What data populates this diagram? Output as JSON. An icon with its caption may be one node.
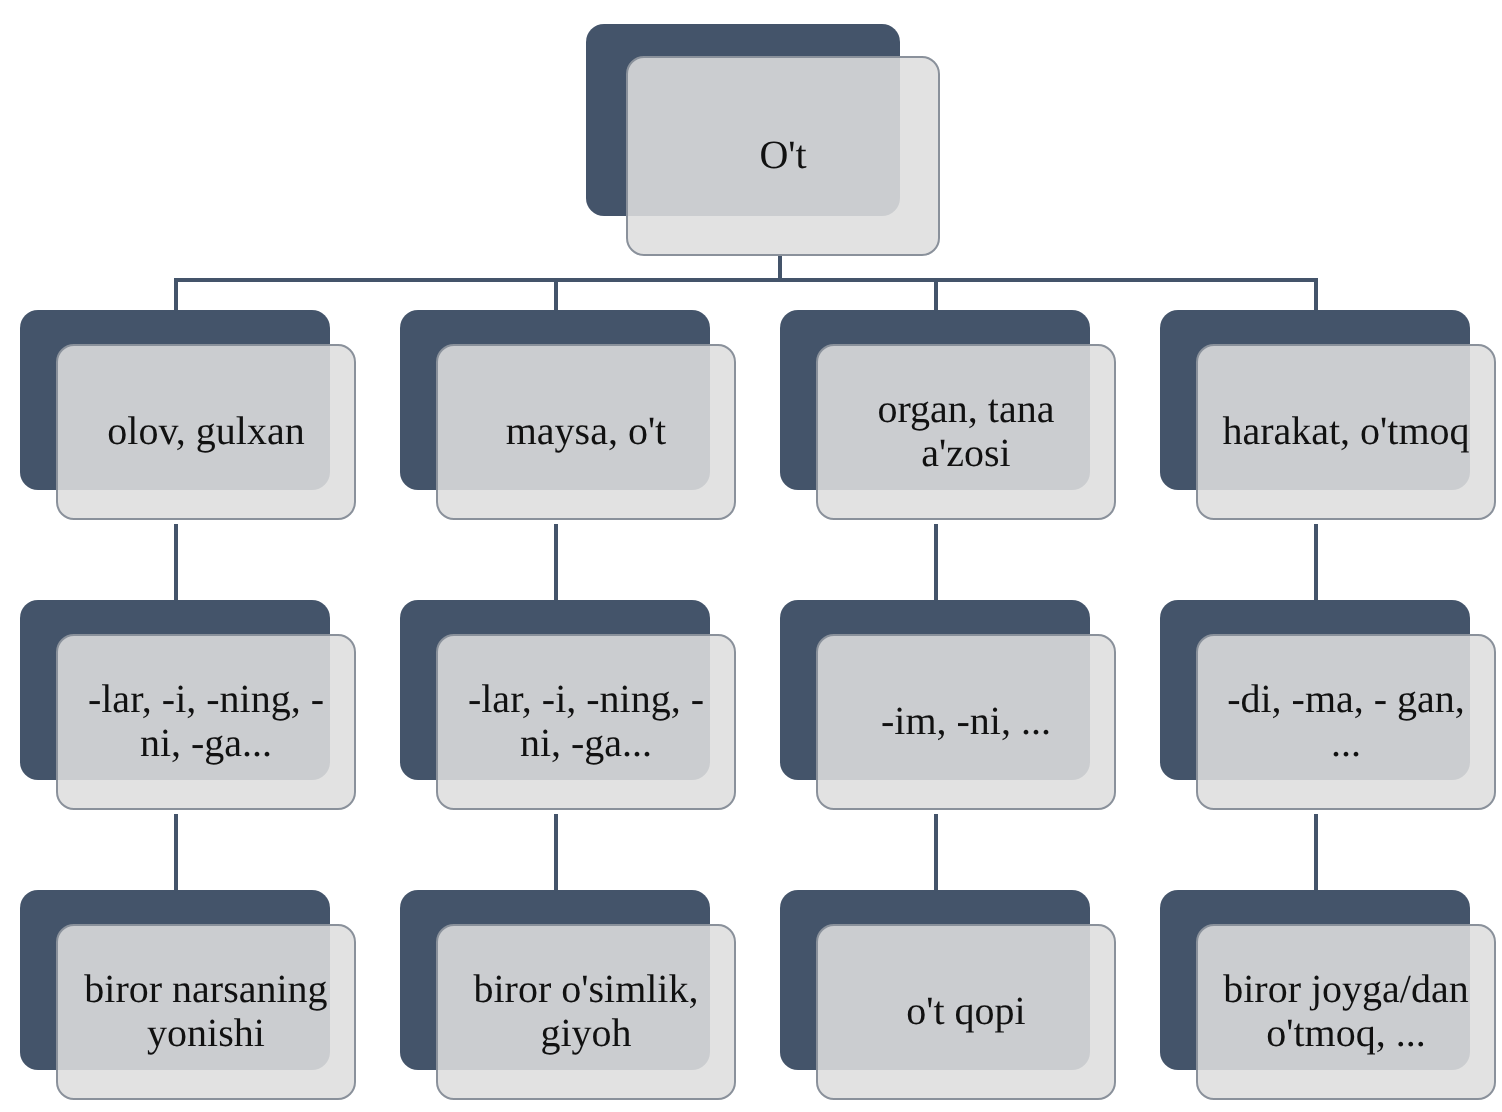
{
  "diagram": {
    "nodes": [
      {
        "text": [
          "O't"
        ]
      },
      {
        "text": [
          "olov, gulxan"
        ]
      },
      {
        "text": [
          "maysa, o't"
        ]
      },
      {
        "text": [
          "organ, tana a'zosi"
        ]
      },
      {
        "text": [
          "harakat, o'tmoq"
        ]
      },
      {
        "text": [
          "-lar, -i, -ning, -ni, -ga..."
        ]
      },
      {
        "text": [
          "-lar, -i, -ning, -ni, -ga..."
        ]
      },
      {
        "text": [
          "-im, -ni, ..."
        ]
      },
      {
        "text": [
          "-di, -ma, - gan, ..."
        ]
      },
      {
        "text": [
          "biror narsaning yonishi"
        ]
      },
      {
        "text": [
          "biror o'simlik, giyoh"
        ]
      },
      {
        "text": [
          "o't qopi"
        ]
      },
      {
        "text": [
          "biror joyga/dan o'tmoq, ..."
        ]
      }
    ],
    "edges": [
      {
        "from": 0,
        "to": 1,
        "arrow": "none"
      },
      {
        "from": 0,
        "to": 2,
        "arrow": "none"
      },
      {
        "from": 0,
        "to": 3,
        "arrow": "none"
      },
      {
        "from": 0,
        "to": 4,
        "arrow": "none"
      },
      {
        "from": 1,
        "to": 5,
        "arrow": "none"
      },
      {
        "from": 2,
        "to": 6,
        "arrow": "none"
      },
      {
        "from": 3,
        "to": 7,
        "arrow": "none"
      },
      {
        "from": 4,
        "to": 8,
        "arrow": "none"
      },
      {
        "from": 5,
        "to": 9,
        "arrow": "none"
      },
      {
        "from": 6,
        "to": 10,
        "arrow": "none"
      },
      {
        "from": 7,
        "to": 11,
        "arrow": "none"
      },
      {
        "from": 8,
        "to": 12,
        "arrow": "none"
      }
    ]
  }
}
